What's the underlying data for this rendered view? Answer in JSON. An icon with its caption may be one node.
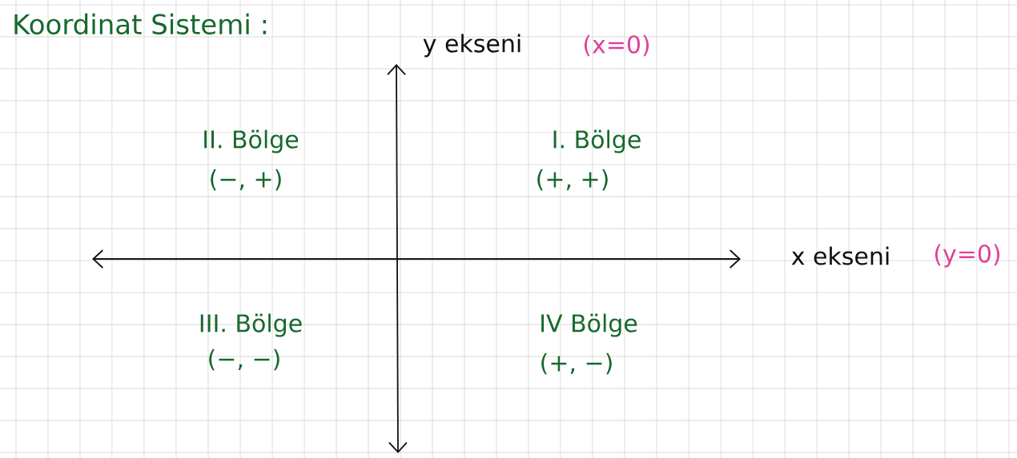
{
  "diagram": {
    "title": "Koordinat Sistemi :",
    "labels": [
      "y ekseni",
      "(x=0)",
      "II. Bölge",
      "(−, +)",
      "I. Bölge",
      "(+, +)",
      "x ekseni",
      "(y=0)",
      "III. Bölge",
      "(−, −)",
      "IV Bölge",
      "(+, −)"
    ]
  }
}
